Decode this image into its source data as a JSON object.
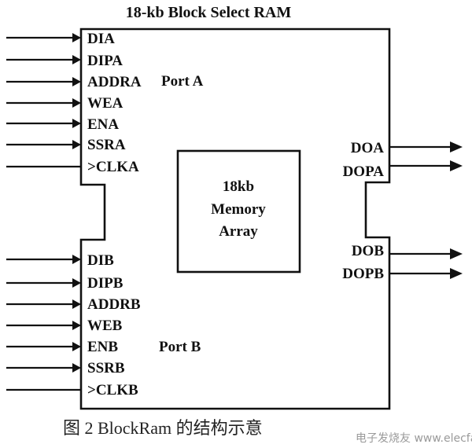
{
  "title": "18-kb Block Select RAM",
  "port_a": {
    "label": "Port A",
    "inputs": [
      "DIA",
      "DIPA",
      "ADDRA",
      "WEA",
      "ENA",
      "SSRA",
      ">CLKA"
    ],
    "outputs": [
      "DOA",
      "DOPA"
    ]
  },
  "port_b": {
    "label": "Port B",
    "inputs": [
      "DIB",
      "DIPB",
      "ADDRB",
      "WEB",
      "ENB",
      "SSRB",
      ">CLKB"
    ],
    "outputs": [
      "DOB",
      "DOPB"
    ]
  },
  "memory": {
    "line1": "18kb",
    "line2": "Memory",
    "line3": "Array"
  },
  "caption": "图 2   BlockRam 的结构示意",
  "watermark": "电子发烧友 www.elecfans.com"
}
